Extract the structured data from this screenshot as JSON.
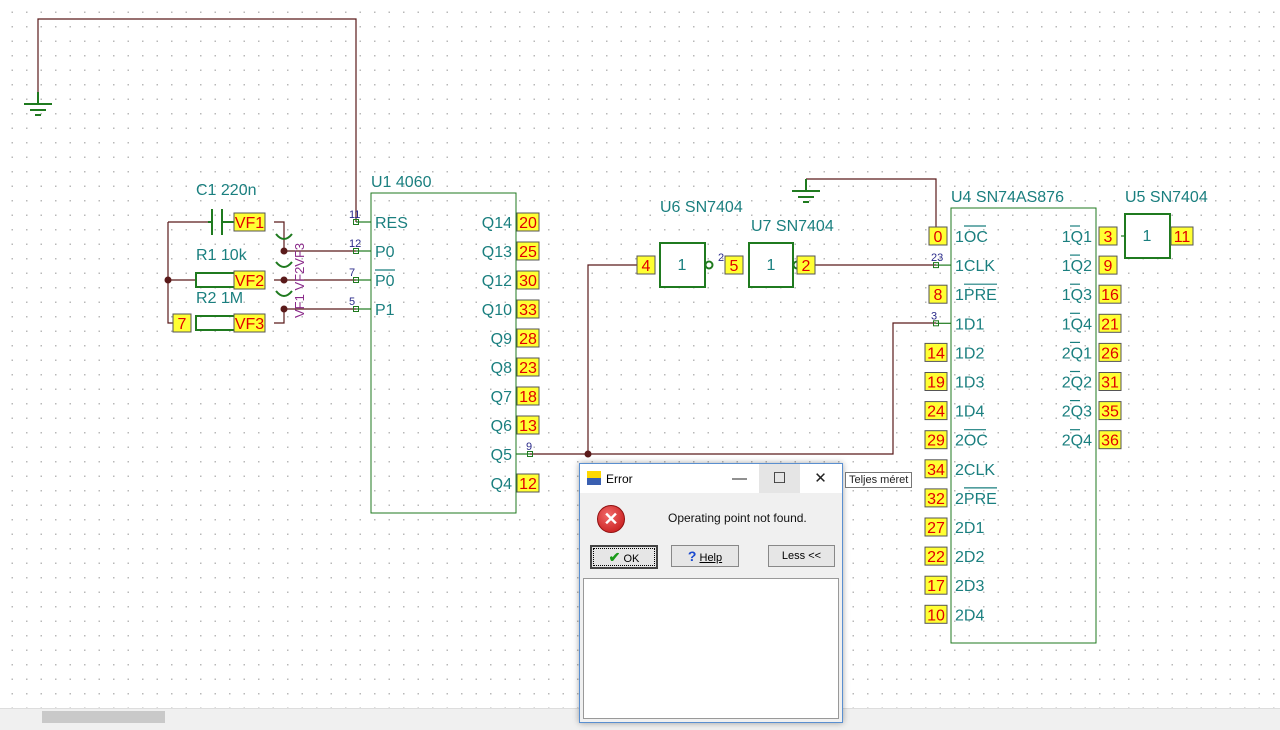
{
  "components": {
    "c1": {
      "label": "C1 220n",
      "net": "VF1"
    },
    "r1": {
      "label": "R1 10k",
      "net": "VF2"
    },
    "r2": {
      "label": "R2 1M",
      "net": "VF3",
      "left_net": "7"
    },
    "probe_label": "VF1 VF2VF3",
    "u1": {
      "label": "U1 4060",
      "left_pins": [
        {
          "name": "RES",
          "pin": "11"
        },
        {
          "name": "P0",
          "pin": "12"
        },
        {
          "name": "P0",
          "pin": "7",
          "overline": true
        },
        {
          "name": "P1",
          "pin": "5"
        }
      ],
      "right_pins": [
        {
          "name": "Q14",
          "net": "20"
        },
        {
          "name": "Q13",
          "net": "25"
        },
        {
          "name": "Q12",
          "net": "30"
        },
        {
          "name": "Q10",
          "net": "33"
        },
        {
          "name": "Q9",
          "net": "28"
        },
        {
          "name": "Q8",
          "net": "23"
        },
        {
          "name": "Q7",
          "net": "18"
        },
        {
          "name": "Q6",
          "net": "13"
        },
        {
          "name": "Q5",
          "pin": "9"
        },
        {
          "name": "Q4",
          "net": "12"
        }
      ]
    },
    "u6": {
      "label": "U6 SN7404",
      "symbol": "1",
      "in_net": "4",
      "out_pin": "2"
    },
    "u7": {
      "label": "U7 SN7404",
      "symbol": "1",
      "in_net": "5",
      "out_net": "2"
    },
    "u5": {
      "label": "U5 SN7404",
      "symbol": "1",
      "in_net": "3",
      "out_net": "11"
    },
    "u4": {
      "label": "U4 SN74AS876",
      "left_pins": [
        {
          "name": "1OC",
          "net": "0",
          "ol": [
            1,
            3
          ]
        },
        {
          "name": "1CLK",
          "pin": "23"
        },
        {
          "name": "1PRE",
          "net": "8",
          "ol": [
            1,
            4
          ]
        },
        {
          "name": "1D1",
          "pin": "3"
        },
        {
          "name": "1D2",
          "net": "14"
        },
        {
          "name": "1D3",
          "net": "19"
        },
        {
          "name": "1D4",
          "net": "24"
        },
        {
          "name": "2OC",
          "net": "29",
          "ol": [
            1,
            3
          ]
        },
        {
          "name": "2CLK",
          "net": "34"
        },
        {
          "name": "2PRE",
          "net": "32",
          "ol": [
            1,
            4
          ]
        },
        {
          "name": "2D1",
          "net": "27"
        },
        {
          "name": "2D2",
          "net": "22"
        },
        {
          "name": "2D3",
          "net": "17"
        },
        {
          "name": "2D4",
          "net": "10"
        }
      ],
      "right_pins": [
        {
          "name": "1Q1",
          "net": "3"
        },
        {
          "name": "1Q2",
          "net": "9"
        },
        {
          "name": "1Q3",
          "net": "16"
        },
        {
          "name": "1Q4",
          "net": "21"
        },
        {
          "name": "2Q1",
          "net": "26"
        },
        {
          "name": "2Q2",
          "net": "31"
        },
        {
          "name": "2Q3",
          "net": "35"
        },
        {
          "name": "2Q4",
          "net": "36"
        }
      ]
    }
  },
  "dialog": {
    "title": "Error",
    "message": "Operating point not found.",
    "ok": "OK",
    "help": "Help",
    "less": "Less <<",
    "tooltip": "Teljes méret",
    "minimize": "—",
    "maximize": "☐",
    "close": "✕"
  },
  "colors": {
    "wire": "#5a1a1a",
    "component": "#1f7a1f",
    "label": "#1a7f7f",
    "net_bg": "#ffff33",
    "net_text": "#e00000"
  }
}
